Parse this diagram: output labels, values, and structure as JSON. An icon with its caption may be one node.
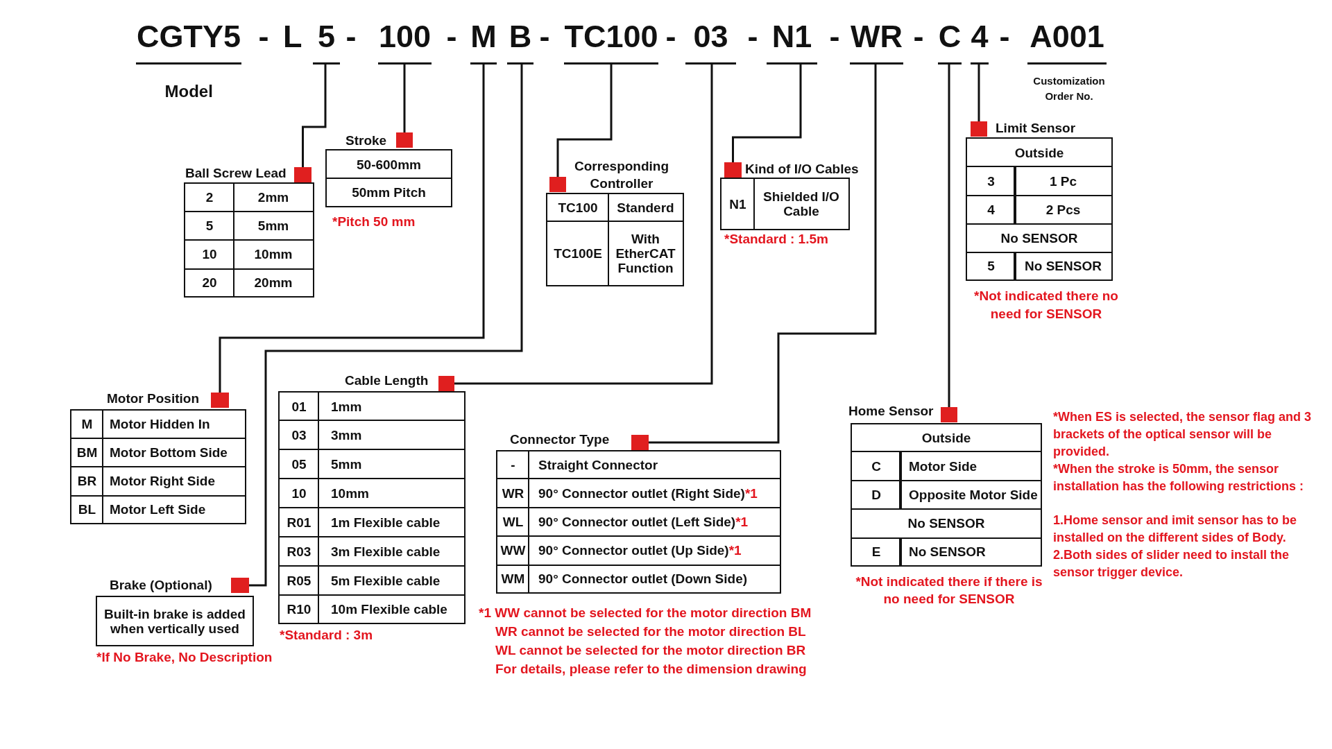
{
  "diagram": {
    "nodes": [
      {
        "text": [
          "5"
        ]
      },
      {
        "text": [
          "100"
        ]
      },
      {
        "text": [
          "M"
        ]
      },
      {
        "text": [
          "B"
        ]
      },
      {
        "text": [
          "TC100"
        ]
      },
      {
        "text": [
          "03"
        ]
      },
      {
        "text": [
          "N1"
        ]
      },
      {
        "text": [
          "WR"
        ]
      },
      {
        "text": [
          "C"
        ]
      },
      {
        "text": [
          "4"
        ]
      },
      {
        "text": [
          "Ball Screw Lead",
          "2",
          "2mm",
          "5",
          "5mm",
          "10",
          "10mm",
          "20",
          "20mm"
        ]
      },
      {
        "text": [],
        "shape": "box"
      },
      {
        "text": [
          "Stroke",
          "50-600mm",
          "50mm Pitch"
        ],
        "beside": [
          "*Pitch 50 mm"
        ]
      },
      {
        "text": [],
        "shape": "box"
      },
      {
        "text": [
          "Corresponding Controller",
          "TC100",
          "Standerd",
          "TC100E",
          "With EtherCAT Function"
        ]
      },
      {
        "text": [],
        "shape": "box"
      },
      {
        "text": [
          "Kind of I/O Cables",
          "N1",
          "Shielded I/O Cable"
        ],
        "beside": [
          "*Standard : 1.5m"
        ]
      },
      {
        "text": [],
        "shape": "box"
      },
      {
        "text": [
          "Limit Sensor",
          "Outside",
          "3",
          "1 Pc",
          "4",
          "2 Pcs",
          "No SENSOR",
          "5",
          "No SENSOR"
        ],
        "beside": [
          "*Not indicated there no need for SENSOR"
        ]
      },
      {
        "text": [],
        "shape": "box"
      },
      {
        "text": [
          "Motor Position",
          "M",
          "Motor Hidden In",
          "BM",
          "Motor Bottom Side",
          "BR",
          "Motor Right Side",
          "BL",
          "Motor Left Side"
        ]
      },
      {
        "text": [],
        "shape": "box"
      },
      {
        "text": [
          "Brake (Optional)",
          "Built-in brake is added when vertically used"
        ],
        "beside": [
          "*If No Brake, No Description"
        ]
      },
      {
        "text": [],
        "shape": "box"
      },
      {
        "text": [
          "Cable Length",
          "01",
          "1mm",
          "03",
          "3mm",
          "05",
          "5mm",
          "10",
          "10mm",
          "R01",
          "1m Flexible cable",
          "R03",
          "3m Flexible cable",
          "R05",
          "5m Flexible cable",
          "R10",
          "10m Flexible cable"
        ],
        "beside": [
          "*Standard : 3m"
        ]
      },
      {
        "text": [],
        "shape": "box"
      },
      {
        "text": [
          "Connector Type",
          "-",
          "Straight Connector",
          "WR",
          "90° Connector outlet (Right Side)",
          "*1",
          "WL",
          "90° Connector outlet (Left Side)",
          "*1",
          "WW",
          "90° Connector outlet (Up Side)",
          "*1",
          "WM",
          "90° Connector outlet (Down Side)"
        ],
        "beside": [
          "*1 WW cannot be selected for the motor direction BM",
          "WR cannot be selected for the motor direction BL",
          "WL cannot be selected for the motor direction BR",
          "For details, please refer to the dimension drawing"
        ]
      },
      {
        "text": [],
        "shape": "box"
      },
      {
        "text": [
          "Home Sensor",
          "Outside",
          "C",
          "Motor Side",
          "D",
          "Opposite Motor Side",
          "No SENSOR",
          "E",
          "No SENSOR"
        ],
        "beside": [
          "*Not indicated there if there is no need for SENSOR"
        ]
      },
      {
        "text": [],
        "shape": "box"
      }
    ],
    "edges": [
      {
        "from": 0,
        "to": 11,
        "arrow": "none"
      },
      {
        "from": 1,
        "to": 13,
        "arrow": "none"
      },
      {
        "from": 2,
        "to": 21,
        "arrow": "none"
      },
      {
        "from": 3,
        "to": 23,
        "arrow": "none"
      },
      {
        "from": 4,
        "to": 15,
        "arrow": "none"
      },
      {
        "from": 5,
        "to": 25,
        "arrow": "none"
      },
      {
        "from": 6,
        "to": 17,
        "arrow": "none"
      },
      {
        "from": 7,
        "to": 27,
        "arrow": "none"
      },
      {
        "from": 8,
        "to": 29,
        "arrow": "none"
      },
      {
        "from": 9,
        "to": 19,
        "arrow": "none"
      }
    ],
    "labels": [
      "CGTY5",
      "-",
      "L",
      "-",
      "-",
      "-",
      "-",
      "-",
      "-",
      "-",
      "-",
      "A001",
      "Model",
      "Customization Order No.",
      "*When ES is selected, the sensor flag and 3 brackets of the optical sensor will be provided.",
      "*When the stroke is 50mm, the sensor installation has the following restrictions :",
      "1.Home sensor and imit sensor has to be installed on the different sides of Body.",
      "2.Both sides of slider need to install the sensor trigger device."
    ]
  }
}
